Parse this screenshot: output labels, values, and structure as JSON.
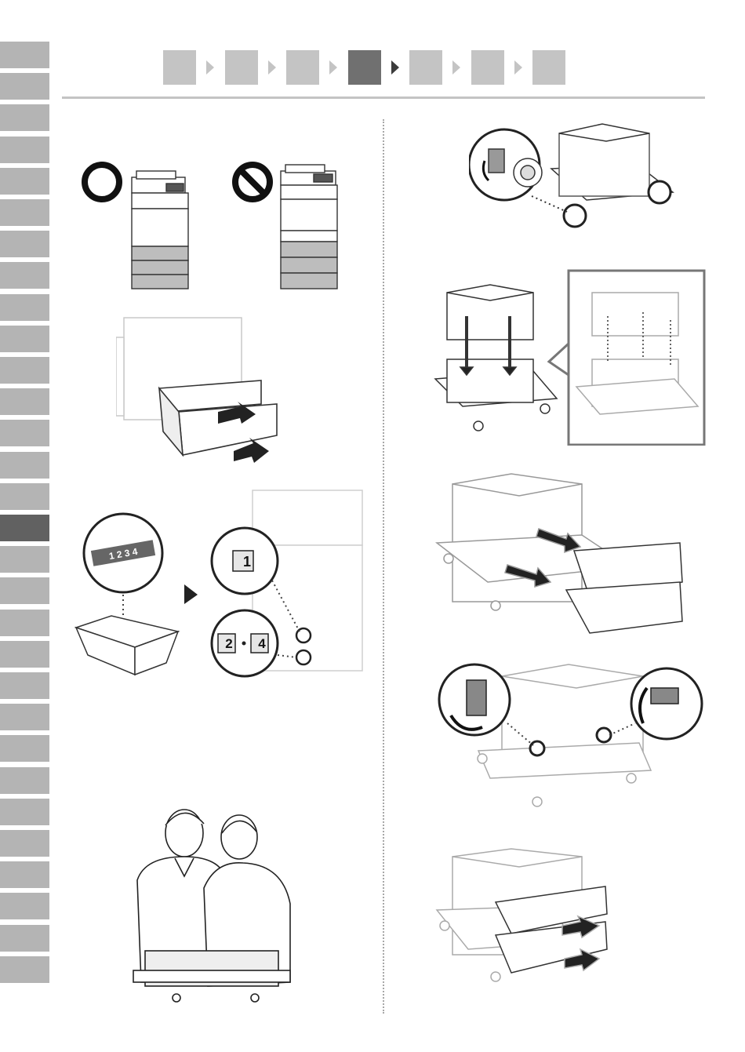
{
  "sidebar": {
    "tab_count": 30,
    "active_index": 15
  },
  "steps": {
    "count": 7,
    "active_index": 3
  },
  "labels": {
    "sticker_1": "1",
    "sticker_2": "2",
    "sticker_4": "4",
    "sticker_strip": "1 2 3 4"
  },
  "colors": {
    "tab": "#b4b4b4",
    "tab_active": "#616161",
    "step": "#c4c4c4",
    "step_active": "#707070"
  }
}
